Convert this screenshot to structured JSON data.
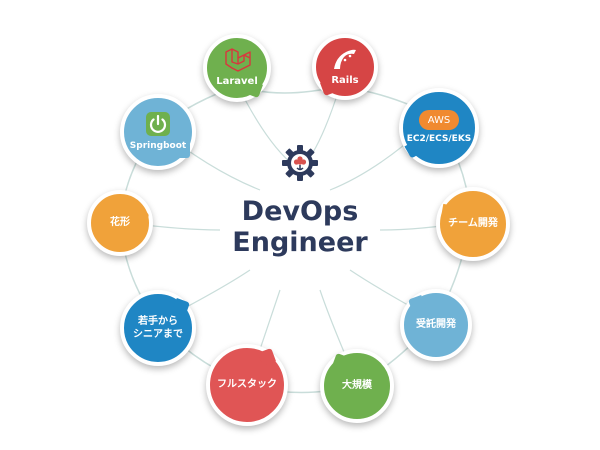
{
  "center": {
    "line1": "DevOps",
    "line2": "Engineer",
    "icon": "gear-flower-icon",
    "color": "#2d3a5c",
    "accent": "#d9534f"
  },
  "bubbles": [
    {
      "id": "laravel",
      "label": "Laravel",
      "icon": "laravel-icon",
      "color": "#6fb04e"
    },
    {
      "id": "rails",
      "label": "Rails",
      "icon": "rails-icon",
      "color": "#d64545"
    },
    {
      "id": "aws",
      "label": "EC2/ECS/EKS",
      "icon": "aws-cloud-icon",
      "icon_text": "AWS",
      "color": "#1f86c4"
    },
    {
      "id": "team",
      "label": "チーム開発",
      "color": "#f0a23a"
    },
    {
      "id": "contract",
      "label": "受託開発",
      "color": "#6fb3d6"
    },
    {
      "id": "large",
      "label": "大規模",
      "color": "#6fb04e"
    },
    {
      "id": "fullstack",
      "label": "フルスタック",
      "color": "#e05555"
    },
    {
      "id": "junior",
      "label_lines": [
        "若手から",
        "シニアまで"
      ],
      "color": "#1f86c4"
    },
    {
      "id": "hanagata",
      "label": "花形",
      "color": "#f0a23a"
    },
    {
      "id": "springboot",
      "label": "Springboot",
      "icon": "spring-power-icon",
      "color": "#6fb3d6"
    }
  ],
  "connector_color": "#c9ddda"
}
